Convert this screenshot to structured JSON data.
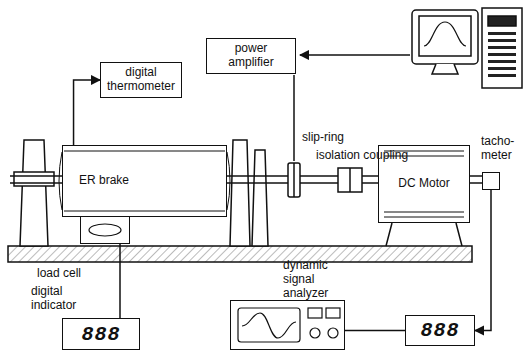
{
  "diagram": {
    "nodes": [
      {
        "text": [
          "digital thermometer"
        ]
      },
      {
        "text": [
          "power amplifier"
        ]
      },
      {
        "text": [
          "ER brake"
        ]
      },
      {
        "text": [
          "DC Motor"
        ]
      },
      {
        "text": [
          "tacho- meter"
        ]
      },
      {
        "text": [
          "load cell"
        ]
      },
      {
        "text": [
          "digital indicator",
          "888"
        ]
      },
      {
        "text": [
          "dynamic signal analyzer"
        ]
      },
      {
        "text": [
          "888"
        ]
      }
    ],
    "edges": [
      {
        "from": 2,
        "to": 0,
        "arrow": "to"
      },
      {
        "from": 5,
        "to": 6,
        "arrow": "none"
      },
      {
        "from": 4,
        "to": 8,
        "arrow": "to"
      },
      {
        "from": 8,
        "to": 7,
        "arrow": "none"
      }
    ],
    "labels": [
      "slip-ring",
      "isolation coupling"
    ]
  }
}
